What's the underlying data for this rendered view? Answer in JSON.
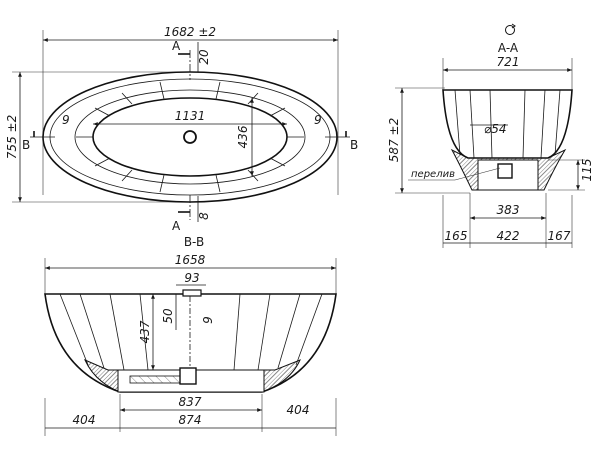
{
  "top_view": {
    "length": "1682 ±2",
    "width": "755 ±2",
    "inner_length": "1131",
    "inner_width": "436",
    "rim_top": "20",
    "rim_bottom": "8",
    "rim_side_left": "9",
    "rim_side_right": "9",
    "section_a_top": "A",
    "section_a_bottom": "A",
    "section_b_left": "B",
    "section_b_right": "B"
  },
  "side_view": {
    "title": "A-A",
    "width": "721",
    "height": "587 ±2",
    "drain_diameter": "54",
    "overflow_label": "перелив",
    "base_width": "383",
    "foot_height": "115",
    "offset_left": "165",
    "center": "422",
    "offset_right": "167"
  },
  "front_view": {
    "title": "B-B",
    "length": "1658",
    "drain_width": "93",
    "depth": "437",
    "drain_depth": "50",
    "rim": "9",
    "base_inner": "837",
    "base_outer": "874",
    "offset_left": "404",
    "offset_right": "404"
  },
  "icons": [
    "rotate-icon"
  ]
}
